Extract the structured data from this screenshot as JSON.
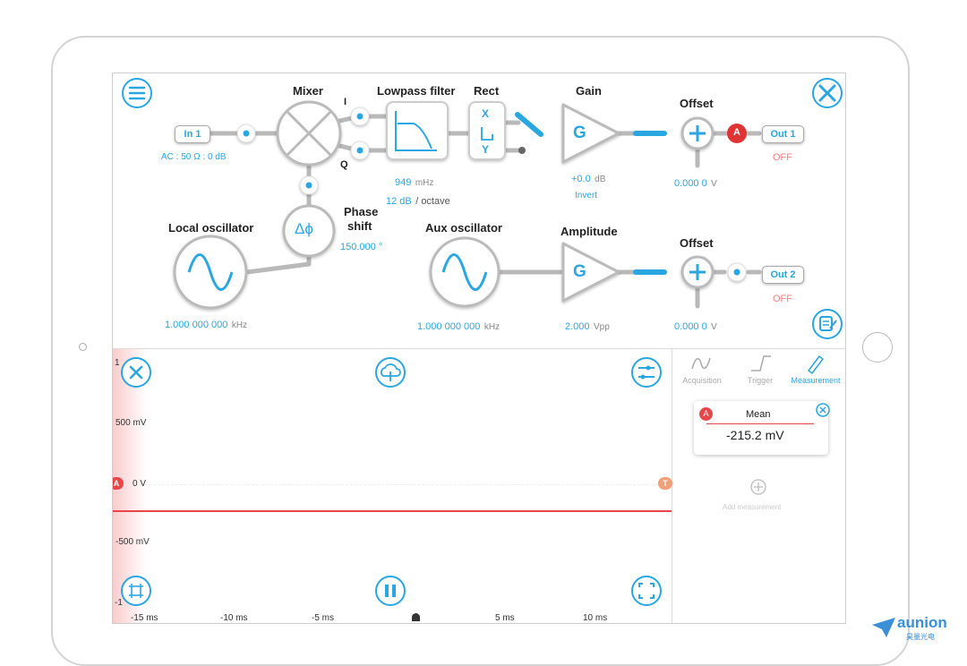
{
  "blocks": {
    "mixer": "Mixer",
    "lowpass": "Lowpass filter",
    "rect": "Rect",
    "gain": "Gain",
    "offset1": "Offset",
    "local_osc": "Local oscillator",
    "phase_shift_1": "Phase",
    "phase_shift_2": "shift",
    "aux_osc": "Aux oscillator",
    "amplitude": "Amplitude",
    "offset2": "Offset"
  },
  "ports": {
    "in1": "In 1",
    "out1": "Out 1",
    "out2": "Out 2",
    "i": "I",
    "q": "Q",
    "x": "X",
    "y": "Y",
    "badge_a": "A"
  },
  "params": {
    "in1_coupling": "AC : 50 Ω : 0 dB",
    "filter_freq": "949",
    "filter_freq_unit": "mHz",
    "filter_slope": "12 dB",
    "filter_slope_unit": "/ octave",
    "gain_value": "+0.0",
    "gain_unit": "dB",
    "invert": "Invert",
    "offset1_value": "0.000 0",
    "offset1_unit": "V",
    "out1_state": "OFF",
    "phase_value": "150.000 °",
    "lo_freq": "1.000 000 000",
    "lo_unit": "kHz",
    "aux_freq": "1.000 000 000",
    "aux_unit": "kHz",
    "amp_value": "2.000",
    "amp_unit": "Vpp",
    "offset2_value": "0.000 0",
    "offset2_unit": "V",
    "out2_state": "OFF"
  },
  "icons": {
    "gain_symbol": "G",
    "amp_symbol": "G",
    "phase_symbol": "Δϕ",
    "plus": "+"
  },
  "scope": {
    "y_ticks": [
      "500 mV",
      "0 V",
      "-500 mV"
    ],
    "y_top": "1",
    "y_bottom": "-1",
    "x_ticks": [
      "-15 ms",
      "-10 ms",
      "-5 ms",
      "5 ms",
      "10 ms"
    ],
    "channel_marker": "A",
    "trigger_marker": "T",
    "trace_level_mv": -215.2,
    "trace_color": "#e8474a"
  },
  "panel": {
    "tabs": [
      "Acquisition",
      "Trigger",
      "Measurement"
    ],
    "measurement_channel": "A",
    "measurement_name": "Mean",
    "measurement_value": "-215.2 mV",
    "add_label": "Add measurement"
  },
  "brand": {
    "name": "aunion",
    "sub": "昊量光电"
  },
  "colors": {
    "accent": "#2aa6e0",
    "badge_red": "#e03434",
    "wire_grey": "#b9b9b9"
  }
}
